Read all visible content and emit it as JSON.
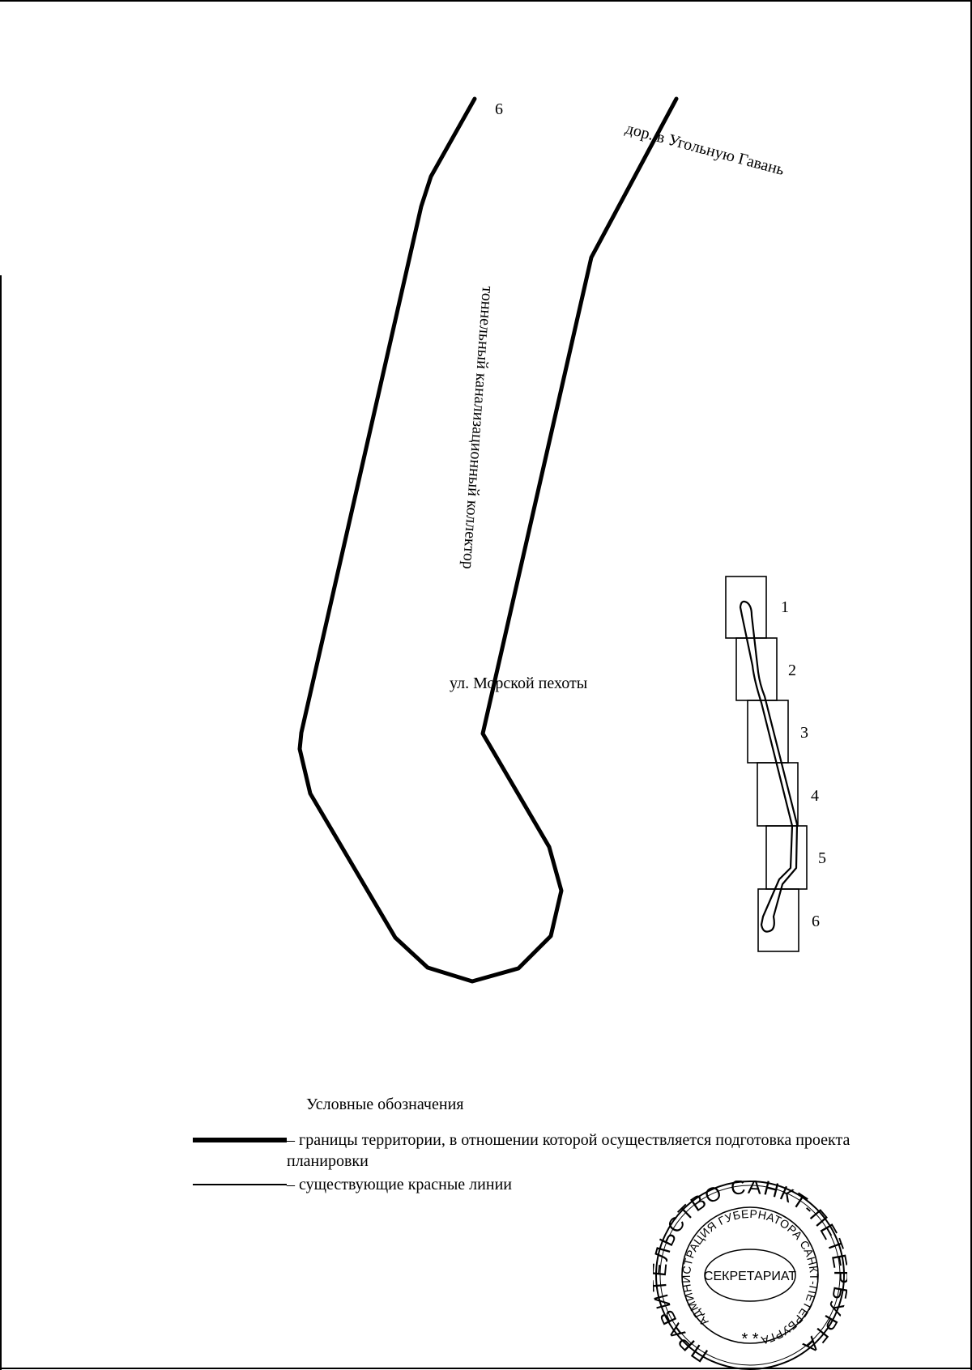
{
  "map": {
    "labels": {
      "index_top": "6",
      "road_to_harbor": "дор. в Угольную Гавань",
      "tunnel_collector": "тоннельный канализационный коллектор",
      "street": "ул. Морской пехоты"
    },
    "key_map": {
      "sheets": [
        "1",
        "2",
        "3",
        "4",
        "5",
        "6"
      ]
    }
  },
  "legend": {
    "title": "Условные обозначения",
    "items": [
      {
        "text": "– границы территории, в отношении которой осуществляется подготовка проекта планировки"
      },
      {
        "text": "– существующие красные линии"
      }
    ]
  },
  "stamp": {
    "outer_text": "ПРАВИТЕЛЬСТВО САНКТ-ПЕТЕРБУРГА",
    "inner_text": "АДМИНИСТРАЦИЯ ГУБЕРНАТОРА САНКТ-ПЕТЕРБУРГА",
    "center_text": "СЕКРЕТАРИАТ",
    "stars": "*  *"
  }
}
